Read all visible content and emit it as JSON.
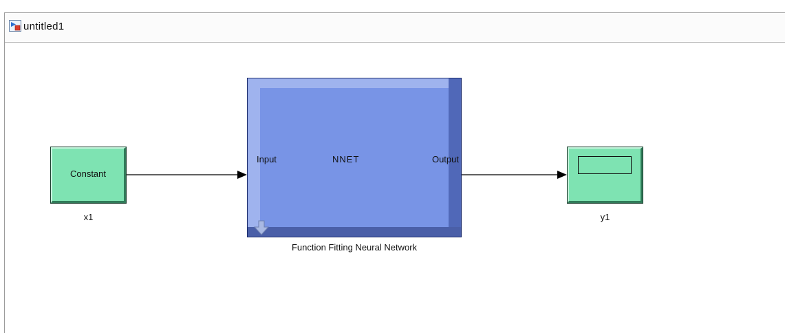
{
  "window": {
    "title": "untitled1",
    "icon": "simulink-model-icon"
  },
  "blocks": {
    "constant": {
      "label": "Constant",
      "caption": "x1",
      "icon": "constant-block"
    },
    "nnet": {
      "input_port": "Input",
      "name": "NNET",
      "output_port": "Output",
      "caption": "Function Fitting Neural Network",
      "icon": "down-arrow-icon"
    },
    "scope": {
      "caption": "y1",
      "icon": "scope-display-icon"
    }
  },
  "colors": {
    "block_green": "#7ee3b2",
    "nnet_blue": "#7894e6",
    "wire": "#000000"
  }
}
